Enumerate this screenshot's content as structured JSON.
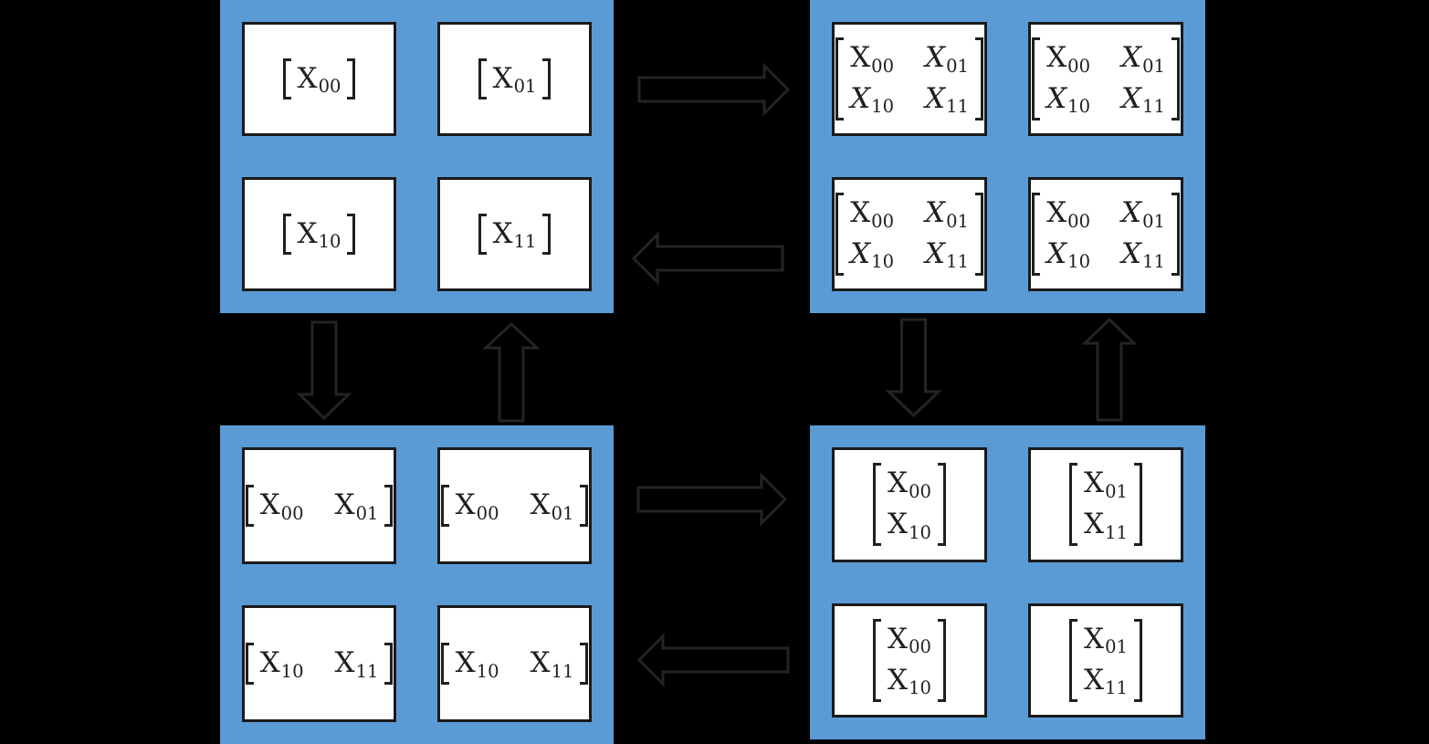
{
  "diagram": {
    "description": "matrix-distribution-diagram",
    "colors": {
      "background": "#000000",
      "panel_blue": "#5B9BD5",
      "box_white": "#FFFFFF",
      "box_outline": "#1A1A1A",
      "arrow_outline": "#242424",
      "math_text": "#1F1F1F"
    },
    "panels": [
      {
        "id": "top-left",
        "name": "panel-block-distribution",
        "boxes": [
          {
            "rows": [
              [
                {
                  "t": "X",
                  "s": "00",
                  "i": false
                }
              ]
            ]
          },
          {
            "rows": [
              [
                {
                  "t": "X",
                  "s": "01",
                  "i": false
                }
              ]
            ]
          },
          {
            "rows": [
              [
                {
                  "t": "X",
                  "s": "10",
                  "i": false
                }
              ]
            ]
          },
          {
            "rows": [
              [
                {
                  "t": "X",
                  "s": "11",
                  "i": false
                }
              ]
            ]
          }
        ]
      },
      {
        "id": "top-right",
        "name": "panel-replicated-distribution",
        "boxes": [
          {
            "rows": [
              [
                {
                  "t": "X",
                  "s": "00",
                  "i": false
                },
                {
                  "t": "X",
                  "s": "01",
                  "i": true
                }
              ],
              [
                {
                  "t": "X",
                  "s": "10",
                  "i": true
                },
                {
                  "t": "X",
                  "s": "11",
                  "i": true
                }
              ]
            ]
          },
          {
            "rows": [
              [
                {
                  "t": "X",
                  "s": "00",
                  "i": false
                },
                {
                  "t": "X",
                  "s": "01",
                  "i": true
                }
              ],
              [
                {
                  "t": "X",
                  "s": "10",
                  "i": true
                },
                {
                  "t": "X",
                  "s": "11",
                  "i": true
                }
              ]
            ]
          },
          {
            "rows": [
              [
                {
                  "t": "X",
                  "s": "00",
                  "i": false
                },
                {
                  "t": "X",
                  "s": "01",
                  "i": true
                }
              ],
              [
                {
                  "t": "X",
                  "s": "10",
                  "i": true
                },
                {
                  "t": "X",
                  "s": "11",
                  "i": true
                }
              ]
            ]
          },
          {
            "rows": [
              [
                {
                  "t": "X",
                  "s": "00",
                  "i": false
                },
                {
                  "t": "X",
                  "s": "01",
                  "i": true
                }
              ],
              [
                {
                  "t": "X",
                  "s": "10",
                  "i": true
                },
                {
                  "t": "X",
                  "s": "11",
                  "i": true
                }
              ]
            ]
          }
        ]
      },
      {
        "id": "bottom-left",
        "name": "panel-row-distribution",
        "boxes": [
          {
            "rows": [
              [
                {
                  "t": "X",
                  "s": "00",
                  "i": false
                },
                {
                  "t": "X",
                  "s": "01",
                  "i": false
                }
              ]
            ]
          },
          {
            "rows": [
              [
                {
                  "t": "X",
                  "s": "00",
                  "i": false
                },
                {
                  "t": "X",
                  "s": "01",
                  "i": false
                }
              ]
            ]
          },
          {
            "rows": [
              [
                {
                  "t": "X",
                  "s": "10",
                  "i": false
                },
                {
                  "t": "X",
                  "s": "11",
                  "i": false
                }
              ]
            ]
          },
          {
            "rows": [
              [
                {
                  "t": "X",
                  "s": "10",
                  "i": false
                },
                {
                  "t": "X",
                  "s": "11",
                  "i": false
                }
              ]
            ]
          }
        ]
      },
      {
        "id": "bottom-right",
        "name": "panel-column-distribution",
        "boxes": [
          {
            "rows": [
              [
                {
                  "t": "X",
                  "s": "00",
                  "i": false
                }
              ],
              [
                {
                  "t": "X",
                  "s": "10",
                  "i": false
                }
              ]
            ]
          },
          {
            "rows": [
              [
                {
                  "t": "X",
                  "s": "01",
                  "i": false
                }
              ],
              [
                {
                  "t": "X",
                  "s": "11",
                  "i": false
                }
              ]
            ]
          },
          {
            "rows": [
              [
                {
                  "t": "X",
                  "s": "00",
                  "i": false
                }
              ],
              [
                {
                  "t": "X",
                  "s": "10",
                  "i": false
                }
              ]
            ]
          },
          {
            "rows": [
              [
                {
                  "t": "X",
                  "s": "01",
                  "i": false
                }
              ],
              [
                {
                  "t": "X",
                  "s": "11",
                  "i": false
                }
              ]
            ]
          }
        ]
      }
    ],
    "arrows": [
      {
        "id": "top-to-right",
        "name": "right-block-arrow-icon",
        "direction": "right"
      },
      {
        "id": "top-to-left",
        "name": "left-block-arrow-icon",
        "direction": "left"
      },
      {
        "id": "left-down",
        "name": "down-block-arrow-icon",
        "direction": "down"
      },
      {
        "id": "left-up",
        "name": "up-block-arrow-icon",
        "direction": "up"
      },
      {
        "id": "bottom-to-right",
        "name": "right-block-arrow-icon",
        "direction": "right"
      },
      {
        "id": "bottom-to-left",
        "name": "left-block-arrow-icon",
        "direction": "left"
      },
      {
        "id": "right-down",
        "name": "down-block-arrow-icon",
        "direction": "down"
      },
      {
        "id": "right-up",
        "name": "up-block-arrow-icon",
        "direction": "up"
      }
    ]
  }
}
